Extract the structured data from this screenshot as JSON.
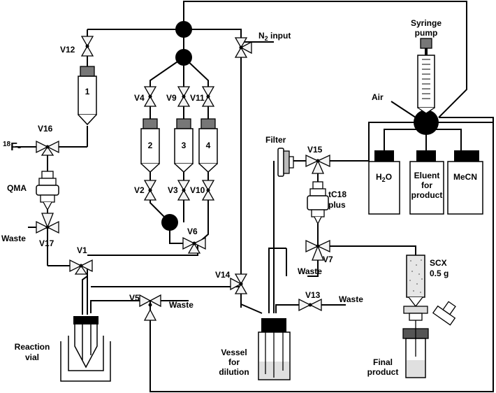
{
  "labels": {
    "f18_main": "18",
    "f18_sup": "F-",
    "n2_main": "N",
    "n2_sub": "2",
    "n2_rest": " input",
    "syringe_pump": [
      "Syringe",
      "pump"
    ],
    "air": "Air",
    "filter": "Filter",
    "qma": "QMA",
    "waste": "Waste",
    "tc18": [
      "tC18",
      "plus"
    ],
    "h2o_main": "H",
    "h2o_sub": "2",
    "h2o_rest": "O",
    "eluent": [
      "Eluent",
      "for",
      "product"
    ],
    "mecn": "MeCN",
    "scx": [
      "SCX",
      "0.5 g"
    ],
    "reaction_vial": [
      "Reaction",
      "vial"
    ],
    "vessel": [
      "Vessel",
      "for",
      "dilution"
    ],
    "final_product": [
      "Final",
      "product"
    ]
  },
  "cartridges": [
    "1",
    "2",
    "3",
    "4"
  ],
  "valves": {
    "v1": "V1",
    "v2": "V2",
    "v3": "V3",
    "v4": "V4",
    "v5": "V5",
    "v6": "V6",
    "v7": "V7",
    "v9": "V9",
    "v10": "V10",
    "v11": "V11",
    "v12": "V12",
    "v13": "V13",
    "v14": "V14",
    "v15": "V15",
    "v16": "V16",
    "v17": "V17"
  }
}
